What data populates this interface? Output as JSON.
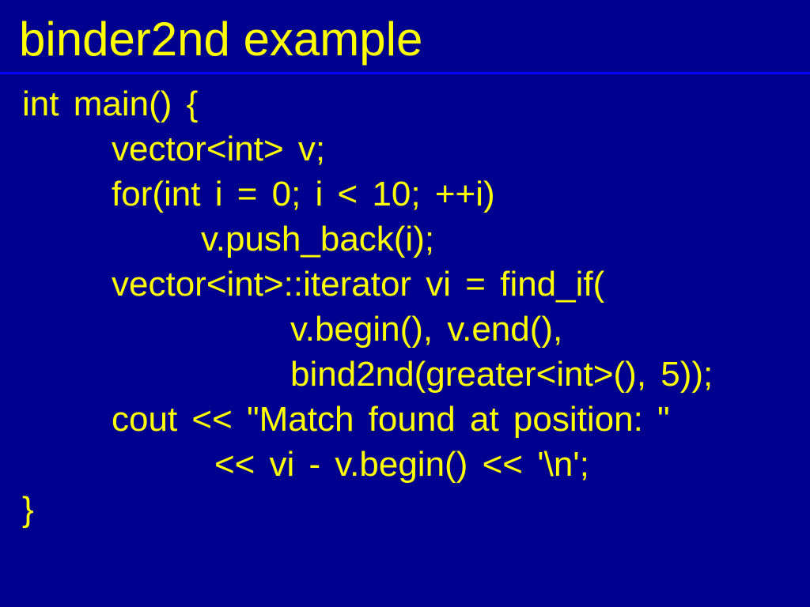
{
  "slide": {
    "title": "binder2nd example",
    "colors": {
      "background": "#00008f",
      "text": "#ffff00",
      "rule": "#0000ff"
    },
    "code_lines": [
      {
        "text": "int main() {",
        "indent": 0
      },
      {
        "text": "vector<int> v;",
        "indent": 1
      },
      {
        "text": "for(int i = 0; i < 10; ++i)",
        "indent": 1
      },
      {
        "text": "v.push_back(i);",
        "indent": 2
      },
      {
        "text": "vector<int>::iterator vi = find_if(",
        "indent": 1
      },
      {
        "text": "v.begin(), v.end(),",
        "indent": 3
      },
      {
        "text": "bind2nd(greater<int>(), 5));",
        "indent": 3
      },
      {
        "text": "cout << \"Match found at position: \"",
        "indent": 1
      },
      {
        "text": "<< vi - v.begin() << '\\n';",
        "indent": 2.15
      },
      {
        "text": "}",
        "indent": 0
      }
    ]
  }
}
